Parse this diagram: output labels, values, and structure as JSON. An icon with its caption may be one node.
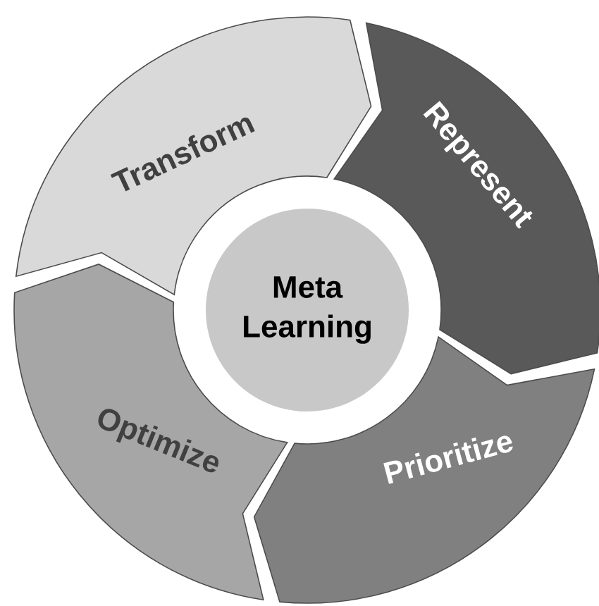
{
  "diagram": {
    "nodes": [
      {
        "text": [
          "Transform"
        ]
      },
      {
        "text": [
          "Represent"
        ]
      },
      {
        "text": [
          "Meta Learning"
        ]
      },
      {
        "text": [
          "Optimize"
        ]
      },
      {
        "text": [
          "Prioritize"
        ]
      }
    ]
  }
}
